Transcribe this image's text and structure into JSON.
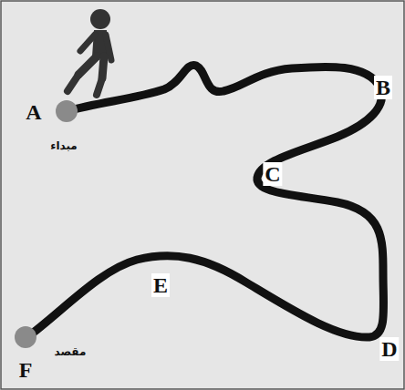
{
  "diagram": {
    "labels": [
      "A",
      "مبداء",
      "B",
      "C",
      "E",
      "D",
      "F",
      "مقصد"
    ]
  }
}
